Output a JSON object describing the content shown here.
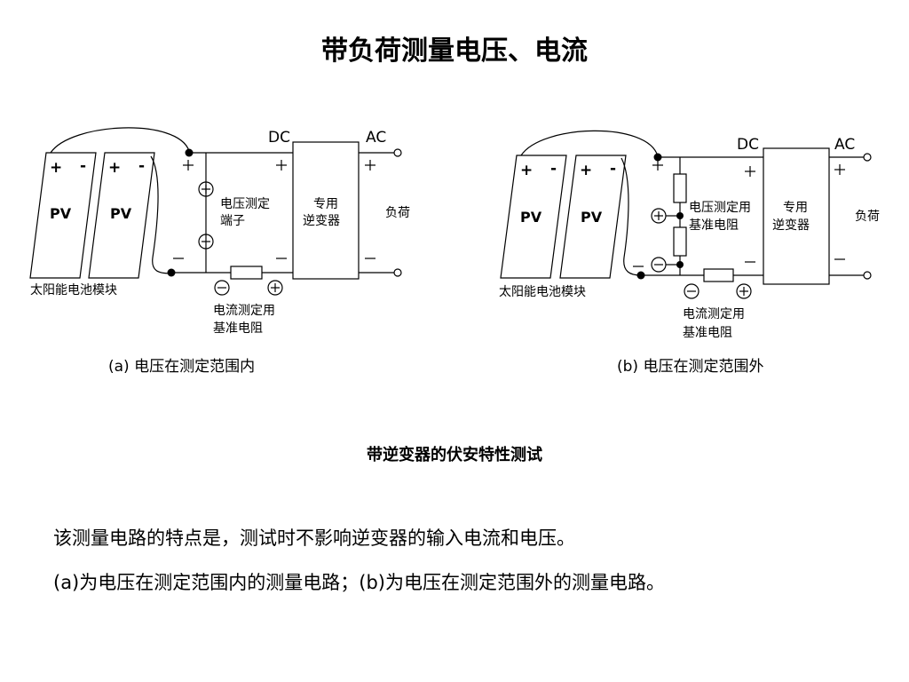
{
  "page": {
    "title": "带负荷测量电压、电流",
    "section_title": "带逆变器的伏安特性测试",
    "paragraphs": [
      "该测量电路的特点是，测试时不影响逆变器的输入电流和电压。",
      "(a)为电压在测定范围内的测量电路；(b)为电压在测定范围外的测量电路。"
    ]
  },
  "diagram_a": {
    "pv1": "PV",
    "pv2": "PV",
    "plus": "+",
    "minus": "-",
    "module_label": "太阳能电池模块",
    "voltage_terminal": [
      "电压测定",
      "端子"
    ],
    "current_resistor": [
      "电流测定用",
      "基准电阻"
    ],
    "inverter": [
      "专用",
      "逆变器"
    ],
    "load": "负荷",
    "dc": "DC",
    "ac": "AC",
    "caption": "(a) 电压在测定范围内"
  },
  "diagram_b": {
    "pv1": "PV",
    "pv2": "PV",
    "plus": "+",
    "minus": "-",
    "module_label": "太阳能电池模块",
    "voltage_resistor": [
      "电压测定用",
      "基准电阻"
    ],
    "current_resistor": [
      "电流测定用",
      "基准电阻"
    ],
    "inverter": [
      "专用",
      "逆变器"
    ],
    "load": "负荷",
    "dc": "DC",
    "ac": "AC",
    "caption": "(b) 电压在测定范围外"
  }
}
